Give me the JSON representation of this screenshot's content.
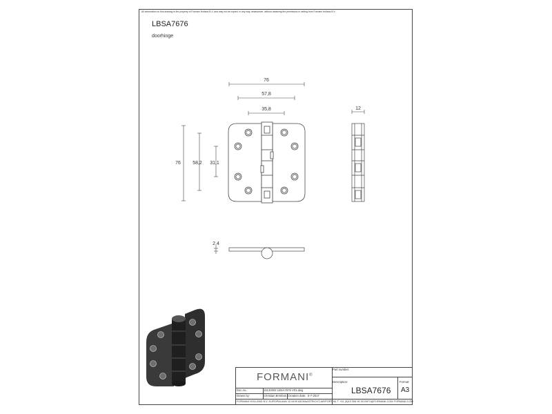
{
  "sheet": {
    "notice": "All information on this drawing is the property of Formani Holland B.V. and may not be copied, in any way, whatsoever, without obtaining the permission in writing from Formani Holland B.V."
  },
  "header": {
    "title": "LBSA7676",
    "subtitle": "doorhinge"
  },
  "dimensions": {
    "width_total": "76",
    "width_holes_outer": "57,8",
    "width_holes_inner": "35,8",
    "height_total": "76",
    "height_holes_outer": "58,2",
    "height_holes_inner": "31,1",
    "side_thickness": "12",
    "leaf_thickness": "2,4"
  },
  "title_block": {
    "brand": "FORMANI",
    "brand_mark": "®",
    "part_number_label": "Part number:",
    "part_number_value": "",
    "description_label": "Description:",
    "description_value": "LBSA7676",
    "format_label": "Format:",
    "format_value": "A3",
    "doc_no_label": "Doc.no.:",
    "doc_no_value": "15132002 LBSA7676 V01.dwg",
    "drawn_by_label": "Drawn by:",
    "drawn_by_value": "Christian Brimbos",
    "creation_date_label": "Creation date:",
    "creation_date_value": "5-7-2017",
    "footer": "FORMANI HOLLAND B.V.   EUROPALAAN 12   6199 AB MAASTRICHT-AIRPORT NL   T +31 (0)43 308 90 00 INFO@FORMANI.COM  FORMANI.COM"
  }
}
